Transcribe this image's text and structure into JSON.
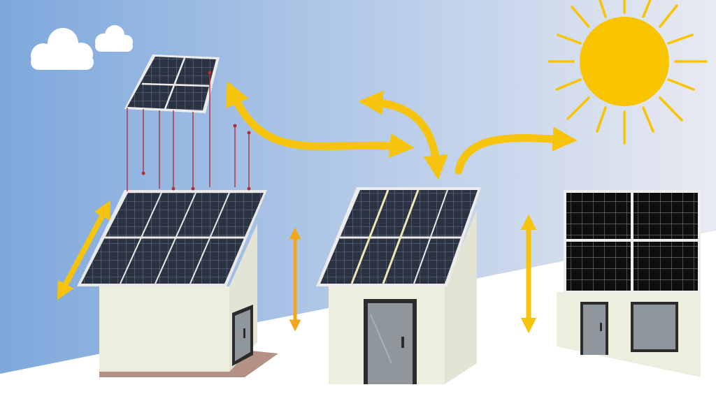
{
  "colors": {
    "sky_left": "#7ea8dc",
    "sky_mid": "#b9cde9",
    "sky_right": "#e6e8f0",
    "ground": "#ffffff",
    "sun": "#f8c400",
    "arrow_yellow": "#f6c40c",
    "arrow_orange": "#f2a81c",
    "panel_cell": "#2a3140",
    "panel_frame": "#e8e8e8",
    "panel_black": "#0d0d0d",
    "wall": "#efefe2",
    "wall_shade": "#d9dacb",
    "door": "#8f979c",
    "wire": "#b0303a",
    "base": "#b49184"
  },
  "icons": {
    "sun": "sun-icon",
    "clouds": "cloud-icon",
    "energy_flow": "curved-arrow-icon",
    "dimension": "double-arrow-icon"
  },
  "houses": [
    {
      "name": "house-left",
      "panel_style": "blue-cells",
      "has_exploded_panel": true
    },
    {
      "name": "house-center",
      "panel_style": "blue-cells-highlighted"
    },
    {
      "name": "house-right",
      "panel_style": "black-grid"
    }
  ]
}
